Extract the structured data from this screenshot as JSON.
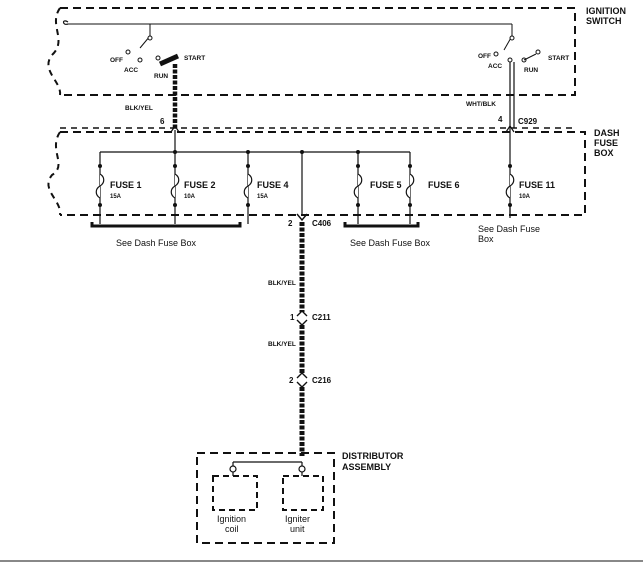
{
  "ignition_switch": {
    "title_line1": "IGNITION",
    "title_line2": "SWITCH",
    "left": {
      "off": "OFF",
      "acc": "ACC",
      "run": "RUN",
      "start": "START"
    },
    "right": {
      "off": "OFF",
      "acc": "ACC",
      "run": "RUN",
      "start": "START"
    }
  },
  "dash_fuse_box": {
    "title_line1": "DASH",
    "title_line2": "FUSE",
    "title_line3": "BOX",
    "fuses": [
      {
        "name": "FUSE 1",
        "rating": "15A"
      },
      {
        "name": "FUSE 2",
        "rating": "10A"
      },
      {
        "name": "FUSE 4",
        "rating": "15A"
      },
      {
        "name": "FUSE 5",
        "rating": ""
      },
      {
        "name": "FUSE 6",
        "rating": ""
      },
      {
        "name": "FUSE 11",
        "rating": "10A"
      }
    ]
  },
  "wires": {
    "left_wire_color": "BLK/YEL",
    "left_pin": "6",
    "right_wire_color": "WHT/BLK",
    "right_pin": "4",
    "right_connector": "C929",
    "c406_pin": "2",
    "c406": "C406",
    "seg1_color": "BLK/YEL",
    "c211_pin": "1",
    "c211": "C211",
    "seg2_color": "BLK/YEL",
    "c216_pin": "2",
    "c216": "C216"
  },
  "references": {
    "ref1": "See Dash Fuse Box",
    "ref2": "See Dash Fuse Box",
    "ref3_line1": "See Dash Fuse",
    "ref3_line2": "Box"
  },
  "distributor": {
    "title_line1": "DISTRIBUTOR",
    "title_line2": "ASSEMBLY",
    "ignition_coil_line1": "Ignition",
    "ignition_coil_line2": "coil",
    "igniter_line1": "Igniter",
    "igniter_line2": "unit"
  }
}
